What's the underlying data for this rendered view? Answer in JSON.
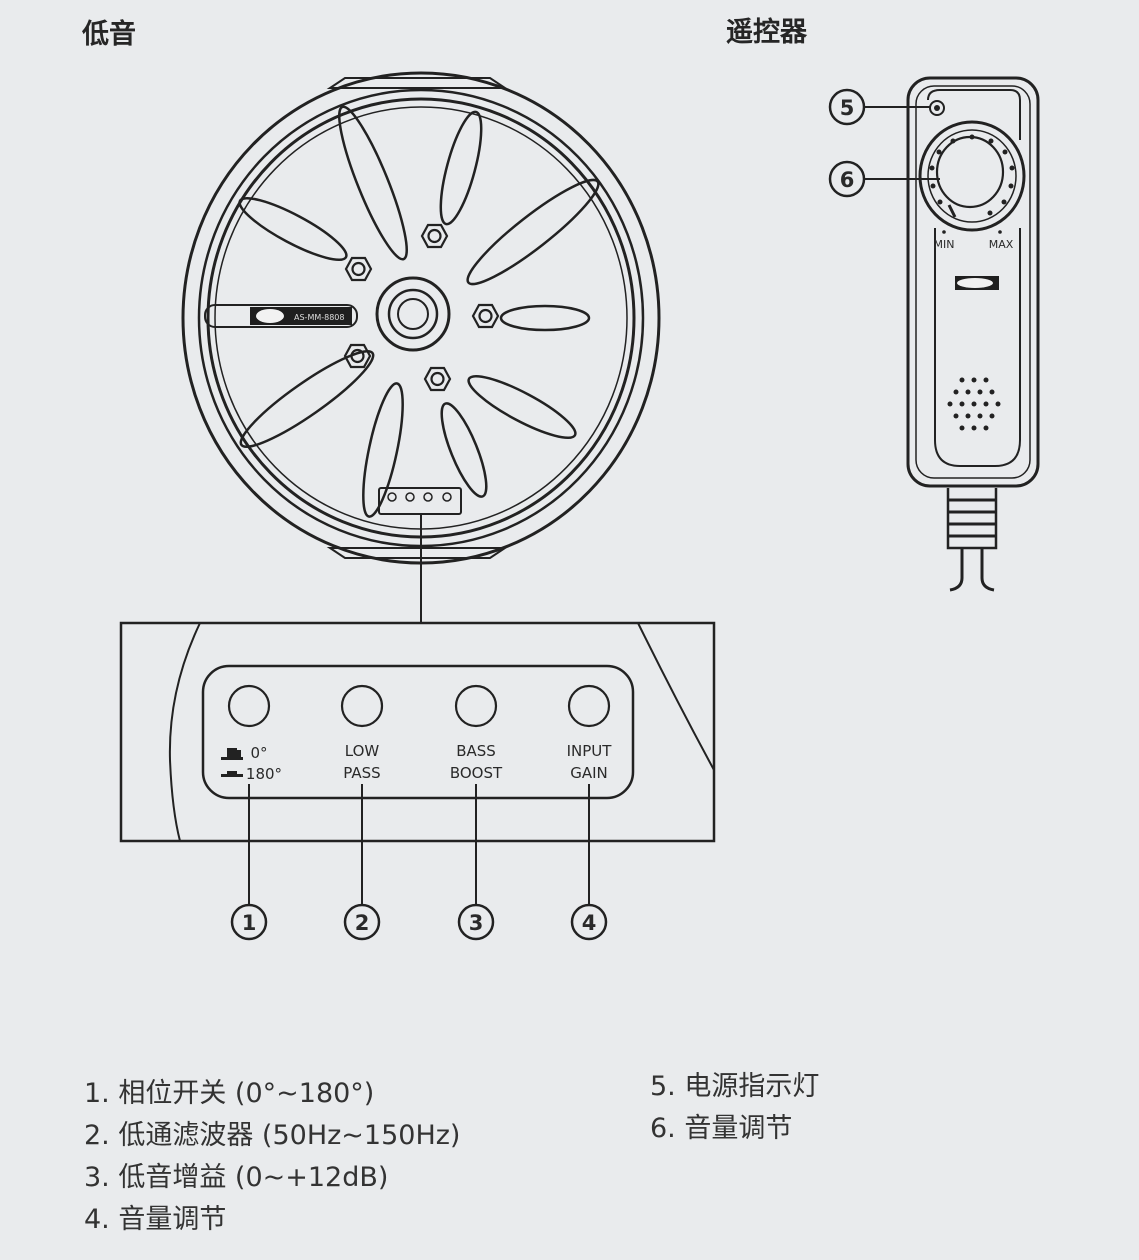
{
  "headings": {
    "subwoofer": "低音",
    "remote": "遥控器"
  },
  "subwoofer": {
    "model_label": "AS-MM-8808",
    "controls": [
      {
        "number": "1",
        "label_line1": "0°",
        "label_line2": "180°"
      },
      {
        "number": "2",
        "label_line1": "LOW",
        "label_line2": "PASS"
      },
      {
        "number": "3",
        "label_line1": "BASS",
        "label_line2": "BOOST"
      },
      {
        "number": "4",
        "label_line1": "INPUT",
        "label_line2": "GAIN"
      }
    ]
  },
  "remote": {
    "callouts": [
      "5",
      "6"
    ],
    "dial_min": "MIN",
    "dial_max": "MAX"
  },
  "legend_left": [
    "1. 相位开关 (0°~180°)",
    "2. 低通滤波器 (50Hz~150Hz)",
    "3. 低音增益 (0~+12dB)",
    "4. 音量调节"
  ],
  "legend_right": [
    "5. 电源指示灯",
    "6. 音量调节"
  ]
}
